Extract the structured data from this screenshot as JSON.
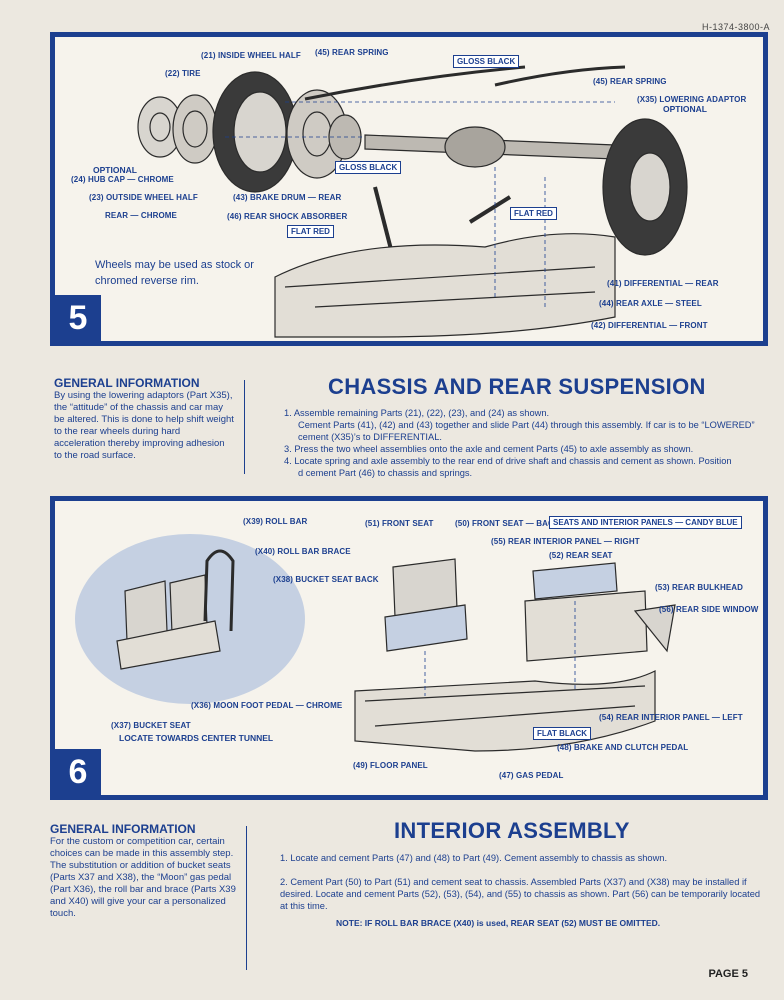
{
  "doc_ref": "H-1374-3800-A",
  "page_label": "PAGE 5",
  "step5": {
    "number": "5",
    "labels": {
      "inside_wheel_half": "(21) INSIDE WHEEL HALF",
      "rear_spring_top": "(45) REAR SPRING",
      "gloss_black_top": "GLOSS BLACK",
      "tire": "(22) TIRE",
      "rear_spring_right": "(45) REAR SPRING",
      "lowering_adaptor": "(X35) LOWERING ADAPTOR",
      "optional_right": "OPTIONAL",
      "gloss_black_mid": "GLOSS BLACK",
      "optional_left": "OPTIONAL",
      "hub_cap": "(24) HUB CAP — CHROME",
      "outside_wheel_half": "(23) OUTSIDE WHEEL HALF",
      "rear_chrome": "REAR — CHROME",
      "brake_drum": "(43) BRAKE DRUM — REAR",
      "shock_absorber": "(46) REAR SHOCK ABSORBER",
      "flat_red_left": "FLAT RED",
      "flat_red_right": "FLAT RED",
      "differential_rear": "(41) DIFFERENTIAL — REAR",
      "rear_axle": "(44) REAR AXLE — STEEL",
      "differential_front": "(42) DIFFERENTIAL — FRONT"
    },
    "wheel_note": "Wheels may be used as stock or chromed reverse rim.",
    "general_info_title": "GENERAL INFORMATION",
    "general_info_text": "By using the lowering adaptors (Part X35), the “attitude” of the chassis and car may be altered. This is done to help shift weight to the rear wheels during hard acceleration thereby improving adhesion to the road surface.",
    "title": "CHASSIS AND REAR SUSPENSION",
    "steps": [
      "1.  Assemble remaining Parts (21), (22), (23), and (24) as shown.",
      "Cement Parts (41), (42) and (43) together and slide Part (44) through this assembly.  If car is to be “LOWERED”",
      "cement (X35)’s  to DIFFERENTIAL.",
      "3.  Press the two wheel assemblies onto the axle and cement Parts (45) to axle assembly as shown.",
      "4.  Locate spring and axle assembly to the rear end of drive shaft and chassis and cement as shown. Position",
      "d cement Part (46) to chassis and springs."
    ]
  },
  "step6": {
    "number": "6",
    "labels": {
      "roll_bar": "(X39) ROLL BAR",
      "roll_bar_brace": "(X40) ROLL BAR BRACE",
      "bucket_seat_back": "(X38) BUCKET SEAT BACK",
      "moon_pedal": "(X36) MOON FOOT PEDAL — CHROME",
      "bucket_seat": "(X37) BUCKET SEAT",
      "locate_tunnel": "LOCATE TOWARDS CENTER TUNNEL",
      "front_seat": "(51) FRONT SEAT",
      "front_seat_back": "(50) FRONT SEAT — BACK",
      "color_box": "SEATS AND INTERIOR PANELS — CANDY BLUE",
      "rear_interior_right": "(55) REAR INTERIOR PANEL — RIGHT",
      "rear_seat": "(52) REAR SEAT",
      "rear_bulkhead": "(53) REAR BULKHEAD",
      "rear_side_window": "(56) REAR SIDE WINDOW",
      "rear_interior_left": "(54) REAR INTERIOR PANEL — LEFT",
      "flat_black": "FLAT BLACK",
      "brake_clutch": "(48) BRAKE AND CLUTCH PEDAL",
      "floor_panel": "(49) FLOOR PANEL",
      "gas_pedal": "(47) GAS PEDAL"
    },
    "general_info_title": "GENERAL INFORMATION",
    "general_info_text": "For the custom or competition car, certain choices can be made in this assembly step. The substitution or addition of bucket seats (Parts X37 and X38), the “Moon” gas pedal (Part X36), the roll bar and brace (Parts X39 and X40) will give your car a personalized touch.",
    "title": "INTERIOR ASSEMBLY",
    "steps": [
      "1.  Locate and cement Parts (47) and (48) to Part (49).   Cement assembly to chassis as shown.",
      "2.  Cement Part (50) to Part (51) and cement seat to chassis. Assembled Parts (X37) and (X38) may be installed if desired. Locate and cement Parts (52), (53), (54), and (55) to chassis as shown. Part (56) can be temporarily located at this time."
    ],
    "note": "NOTE: IF ROLL BAR BRACE (X40) is used, REAR SEAT (52) MUST BE OMITTED."
  },
  "colors": {
    "ink": "#1c3f8f",
    "paper": "#ece8e0"
  }
}
